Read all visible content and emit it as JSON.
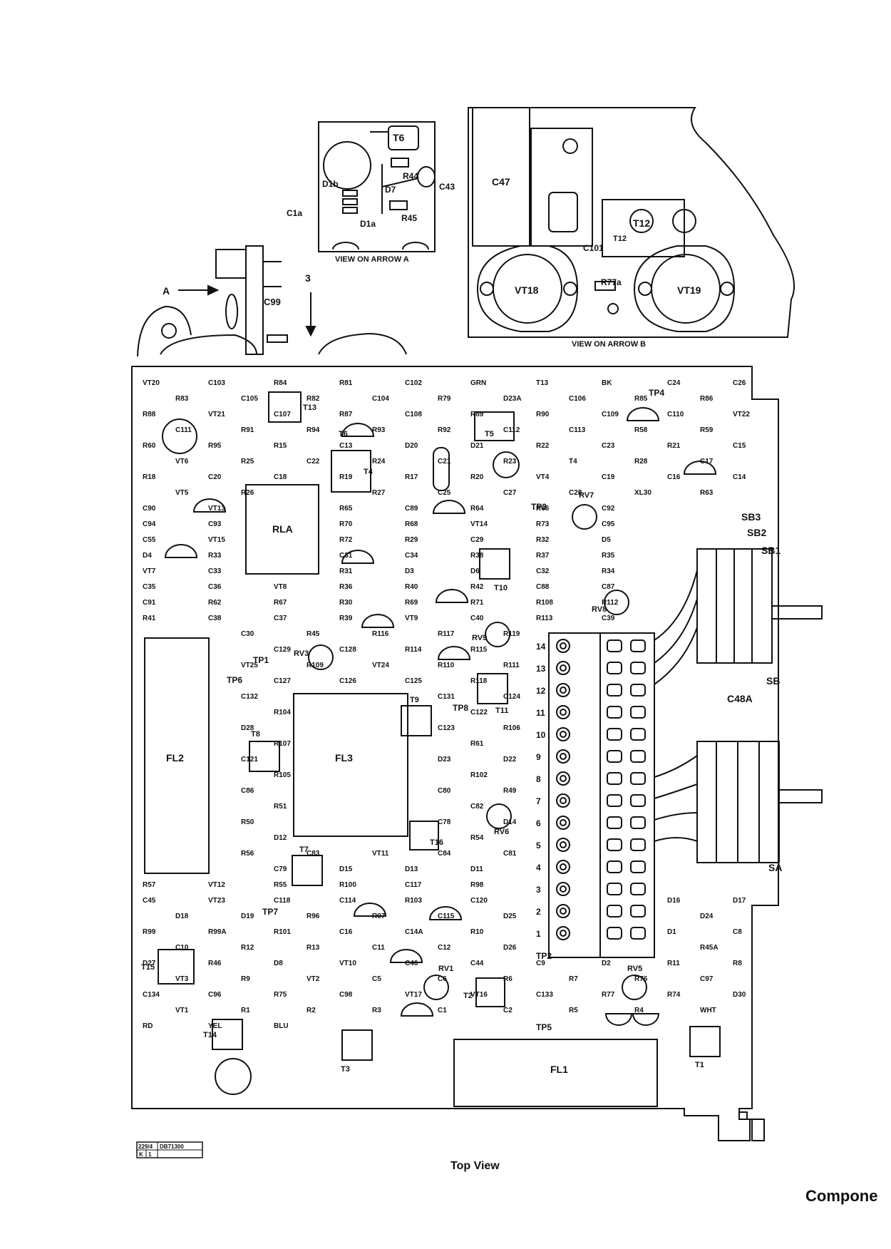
{
  "inset_a": {
    "caption": "VIEW ON ARROW A",
    "labels": [
      "T6",
      "R44",
      "D7",
      "C43",
      "D1b",
      "C1a",
      "D1a",
      "R45"
    ]
  },
  "inset_b": {
    "caption": "VIEW ON ARROW B",
    "labels": [
      "C47",
      "T12",
      "C101",
      "VT18",
      "VT19",
      "R77a"
    ]
  },
  "arrows": {
    "a": "A",
    "b": "3"
  },
  "side_labels": {
    "c99": "C99"
  },
  "board": {
    "large_components": [
      {
        "id": "fl2",
        "label": "FL2"
      },
      {
        "id": "fl3",
        "label": "FL3"
      },
      {
        "id": "fl1",
        "label": "FL1"
      },
      {
        "id": "rla",
        "label": "RLA"
      },
      {
        "id": "vt18",
        "label": "VT18"
      },
      {
        "id": "vt19",
        "label": "VT19"
      }
    ],
    "switch_labels": [
      "SB3",
      "SB2",
      "SB1",
      "SB",
      "C48A",
      "SA"
    ],
    "test_points": [
      "TP1",
      "TP2",
      "TP3",
      "TP4",
      "TP5",
      "TP6",
      "TP7",
      "TP8"
    ],
    "transformers": [
      "T1",
      "T2",
      "T3",
      "T4",
      "T5",
      "T6",
      "T7",
      "T8",
      "T9",
      "T10",
      "T11",
      "T12",
      "T13",
      "T14",
      "T15",
      "T16"
    ],
    "presets": [
      "RV1",
      "RV3",
      "RV5",
      "RV6",
      "RV7",
      "RV8",
      "RV9"
    ],
    "terminal_numbers": [
      "14",
      "13",
      "12",
      "11",
      "10",
      "9",
      "8",
      "7",
      "6",
      "5",
      "4",
      "3",
      "2",
      "1"
    ],
    "part_labels": [
      "VT20",
      "C103",
      "R84",
      "R81",
      "C102",
      "GRN",
      "T13",
      "BK",
      "C24",
      "C26",
      "R83",
      "C105",
      "R82",
      "C104",
      "R79",
      "D23A",
      "C106",
      "R85",
      "R86",
      "R88",
      "VT21",
      "C107",
      "R87",
      "C108",
      "R89",
      "R90",
      "C109",
      "C110",
      "VT22",
      "C111",
      "R91",
      "R94",
      "R93",
      "R92",
      "C112",
      "C113",
      "R58",
      "R59",
      "R60",
      "R95",
      "R15",
      "C13",
      "D20",
      "D21",
      "R22",
      "C23",
      "R21",
      "C15",
      "VT6",
      "R25",
      "C22",
      "R24",
      "C21",
      "R23",
      "T4",
      "R28",
      "C17",
      "R18",
      "C20",
      "C18",
      "R19",
      "R17",
      "R20",
      "VT4",
      "C19",
      "C16",
      "C14",
      "VT5",
      "R26",
      "R27",
      "C25",
      "C27",
      "C28",
      "XL30",
      "R63",
      "C90",
      "VT13",
      "R65",
      "C89",
      "R64",
      "R66",
      "C92",
      "C94",
      "C93",
      "R70",
      "R68",
      "VT14",
      "R73",
      "C95",
      "C55",
      "VT15",
      "R72",
      "R29",
      "C29",
      "R32",
      "D5",
      "D4",
      "R33",
      "C31",
      "C34",
      "R38",
      "R37",
      "R35",
      "VT7",
      "C33",
      "R31",
      "D3",
      "D6",
      "C32",
      "R34",
      "C35",
      "C36",
      "VT8",
      "R36",
      "R40",
      "R42",
      "C88",
      "C87",
      "C91",
      "R62",
      "R67",
      "R30",
      "R69",
      "R71",
      "R108",
      "R112",
      "R41",
      "C38",
      "C37",
      "R39",
      "VT9",
      "C40",
      "R113",
      "C39",
      "C30",
      "R45",
      "R116",
      "R117",
      "R119",
      "C129",
      "C128",
      "R114",
      "R115",
      "VT25",
      "R109",
      "VT24",
      "R110",
      "R111",
      "C127",
      "C126",
      "C125",
      "R118",
      "C132",
      "C131",
      "C124",
      "R104",
      "C122",
      "D28",
      "C123",
      "R106",
      "R107",
      "R61",
      "C121",
      "D23",
      "D22",
      "R105",
      "R102",
      "C86",
      "C80",
      "R49",
      "R51",
      "C82",
      "R50",
      "C78",
      "D14",
      "D12",
      "R54",
      "R56",
      "C83",
      "VT11",
      "C84",
      "C81",
      "C79",
      "D15",
      "D13",
      "D11",
      "R57",
      "VT12",
      "R55",
      "R100",
      "C117",
      "R98",
      "C45",
      "VT23",
      "C118",
      "C114",
      "R103",
      "C120",
      "D16",
      "D17",
      "D18",
      "D19",
      "R96",
      "R97",
      "C115",
      "D25",
      "D24",
      "R99",
      "R99A",
      "R101",
      "C16",
      "C14A",
      "R10",
      "D1",
      "C8",
      "C10",
      "R12",
      "R13",
      "C11",
      "C12",
      "D26",
      "R45A",
      "D27",
      "R46",
      "D8",
      "VT10",
      "C46",
      "C44",
      "C9",
      "D2",
      "R11",
      "R8",
      "VT3",
      "R9",
      "VT2",
      "C5",
      "C6",
      "R6",
      "R7",
      "R76",
      "C97",
      "C134",
      "C96",
      "R75",
      "C98",
      "VT17",
      "VT16",
      "C133",
      "R77",
      "R74",
      "D30",
      "VT1",
      "R1",
      "R2",
      "R3",
      "C1",
      "C2",
      "R5",
      "R4",
      "WHT",
      "RD",
      "YEL",
      "BLU"
    ]
  },
  "caption": "Top View",
  "corner_text": "Compone",
  "stamp": {
    "line1a": "229/4",
    "line1b": "DB71300",
    "line2a": "K",
    "line2b": "1"
  }
}
